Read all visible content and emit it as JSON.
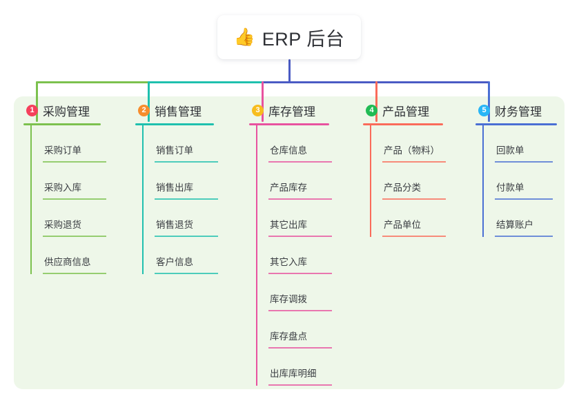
{
  "root": {
    "icon": "thumbs-up-icon",
    "emoji": "👍",
    "title": "ERP 后台"
  },
  "theme": {
    "page_background": "#ffffff",
    "panel_background": "#eef7e9",
    "root_background": "#ffffff",
    "text_color": "#2f3136",
    "trunk_color": "#4a5bc4"
  },
  "columns": [
    {
      "number": "1",
      "title": "采购管理",
      "badge_color": "#f5405c",
      "line_color": "#7cc14e",
      "items": [
        {
          "label": "采购订单"
        },
        {
          "label": "采购入库"
        },
        {
          "label": "采购退货"
        },
        {
          "label": "供应商信息"
        }
      ]
    },
    {
      "number": "2",
      "title": "销售管理",
      "badge_color": "#f78d2d",
      "line_color": "#1fc0ae",
      "items": [
        {
          "label": "销售订单"
        },
        {
          "label": "销售出库"
        },
        {
          "label": "销售退货"
        },
        {
          "label": "客户信息"
        }
      ]
    },
    {
      "number": "3",
      "title": "库存管理",
      "badge_color": "#f7bd1e",
      "line_color": "#e8529f",
      "items": [
        {
          "label": "仓库信息"
        },
        {
          "label": "产品库存"
        },
        {
          "label": "其它出库"
        },
        {
          "label": "其它入库"
        },
        {
          "label": "库存调拨"
        },
        {
          "label": "库存盘点"
        },
        {
          "label": "出库库明细"
        }
      ]
    },
    {
      "number": "4",
      "title": "产品管理",
      "badge_color": "#22bb55",
      "line_color": "#fa6b5a",
      "items": [
        {
          "label": "产品（物料）"
        },
        {
          "label": "产品分类"
        },
        {
          "label": "产品单位"
        }
      ]
    },
    {
      "number": "5",
      "title": "财务管理",
      "badge_color": "#29b6f6",
      "line_color": "#4a6fd4",
      "items": [
        {
          "label": "回款单"
        },
        {
          "label": "付款单"
        },
        {
          "label": "结算账户"
        }
      ]
    }
  ]
}
